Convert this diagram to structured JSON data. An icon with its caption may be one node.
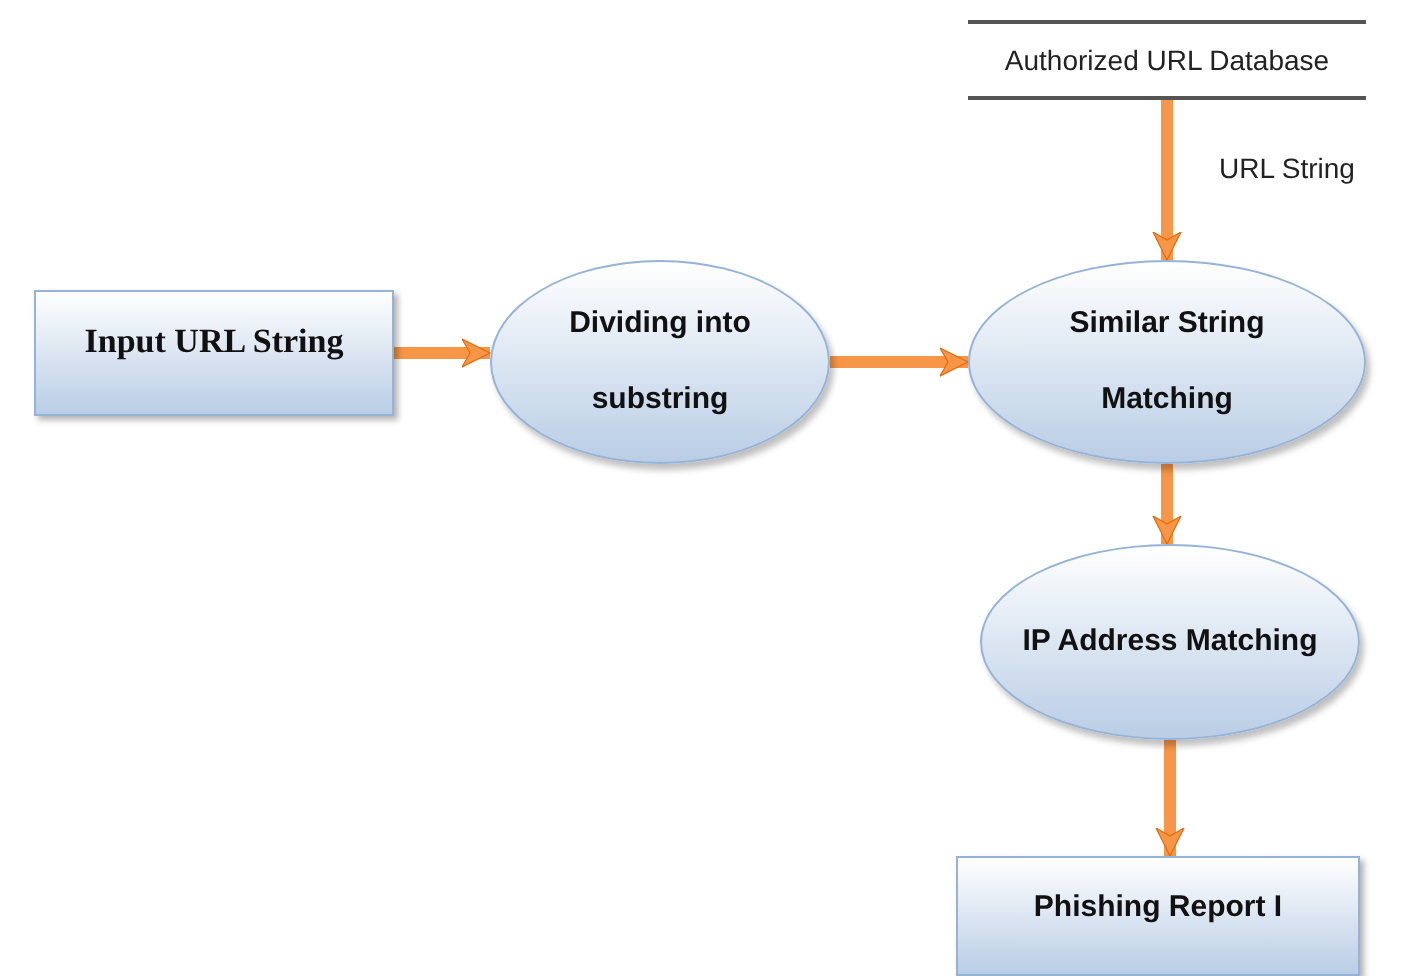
{
  "diagram": {
    "nodes": [
      {
        "text": [
          "Input URL String"
        ]
      },
      {
        "text": [
          "Dividing into substring"
        ]
      },
      {
        "text": [
          "Authorized URL Database"
        ]
      },
      {
        "text": [
          "Similar String Matching"
        ]
      },
      {
        "text": [
          "IP Address Matching"
        ]
      },
      {
        "text": [
          "Phishing Report I"
        ]
      }
    ],
    "edges": [
      {
        "from": 0,
        "to": 1,
        "arrow": "to"
      },
      {
        "from": 1,
        "to": 3,
        "arrow": "to"
      },
      {
        "from": 2,
        "to": 3,
        "arrow": "to",
        "label": "URL String"
      },
      {
        "from": 3,
        "to": 4,
        "arrow": "to"
      },
      {
        "from": 4,
        "to": 5,
        "arrow": "to"
      }
    ]
  }
}
